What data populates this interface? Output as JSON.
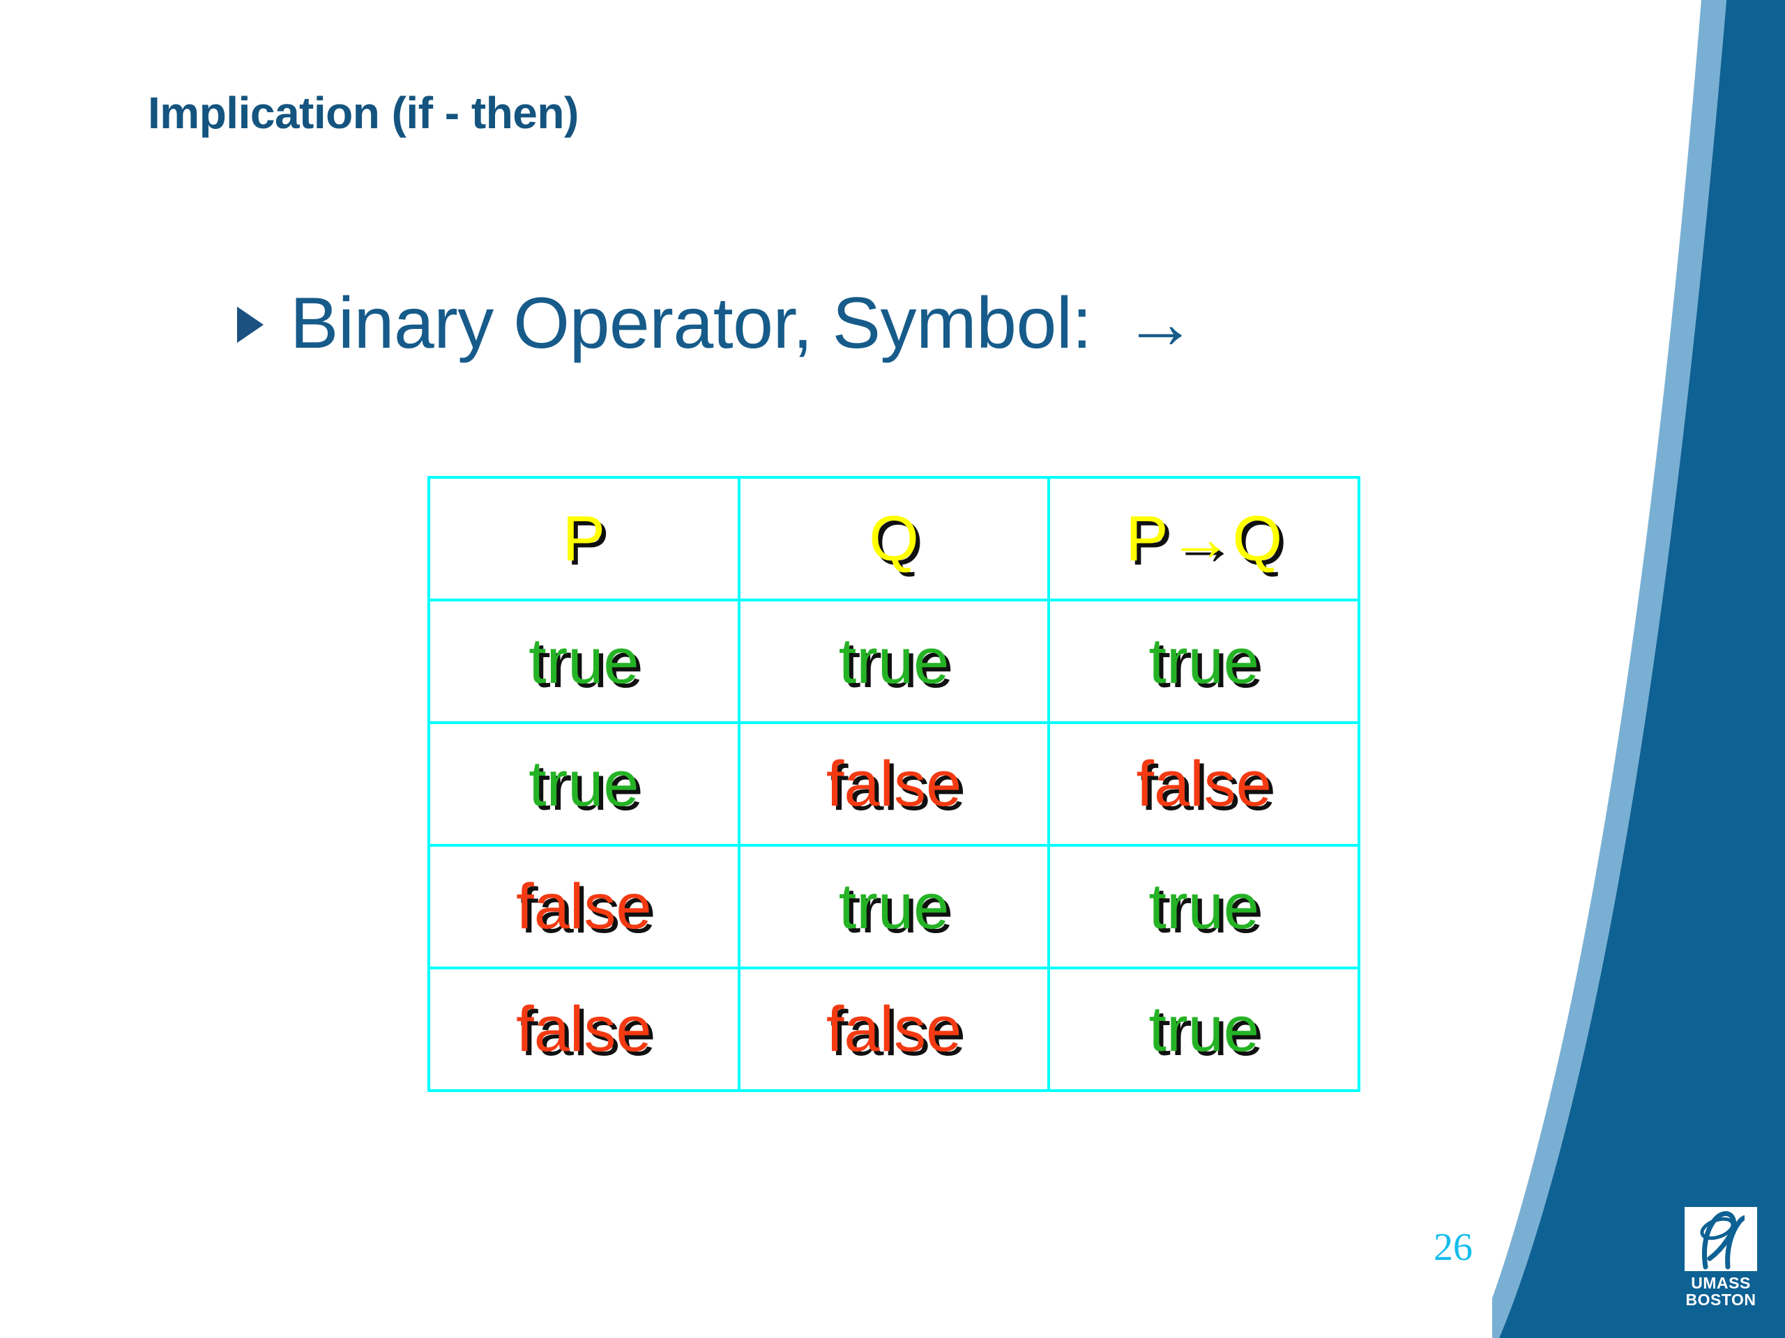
{
  "slide": {
    "title": "Implication (if - then)",
    "page_number": "26",
    "colors": {
      "title_blue": "#14547F",
      "body_blue": "#165B8A",
      "bullet_blue": "#1B5180",
      "table_border_cyan": "#00FFFF",
      "header_yellow": "#FFFF00",
      "true_green": "#25B325",
      "false_red": "#F33A12",
      "page_number_cyan": "#14BCEC",
      "decor_dark_blue": "#0E6193",
      "decor_light_blue": "#79AFD3",
      "background_white": "#FFFFFF"
    }
  },
  "bullet": {
    "marker_icon": "triangle-right-icon",
    "text": "Binary Operator, Symbol:",
    "arrow_symbol": "→"
  },
  "chart_data": {
    "type": "table",
    "title": "Implication truth table",
    "columns": [
      "P",
      "Q",
      "P→Q"
    ],
    "rows": [
      [
        "true",
        "true",
        "true"
      ],
      [
        "true",
        "false",
        "false"
      ],
      [
        "false",
        "true",
        "true"
      ],
      [
        "false",
        "false",
        "true"
      ]
    ]
  },
  "table": {
    "header": [
      {
        "text": "P",
        "style": "header"
      },
      {
        "text": "Q",
        "style": "header"
      },
      {
        "text": "P→Q",
        "style": "header"
      }
    ],
    "rows": [
      [
        {
          "text": "true",
          "style": "true"
        },
        {
          "text": "true",
          "style": "true"
        },
        {
          "text": "true",
          "style": "true"
        }
      ],
      [
        {
          "text": "true",
          "style": "true"
        },
        {
          "text": "false",
          "style": "false"
        },
        {
          "text": "false",
          "style": "false"
        }
      ],
      [
        {
          "text": "false",
          "style": "false"
        },
        {
          "text": "true",
          "style": "true"
        },
        {
          "text": "true",
          "style": "true"
        }
      ],
      [
        {
          "text": "false",
          "style": "false"
        },
        {
          "text": "false",
          "style": "false"
        },
        {
          "text": "true",
          "style": "true"
        }
      ]
    ]
  },
  "logo": {
    "mark_icon": "umass-monogram-icon",
    "line1": "UMASS",
    "line2": "BOSTON"
  }
}
